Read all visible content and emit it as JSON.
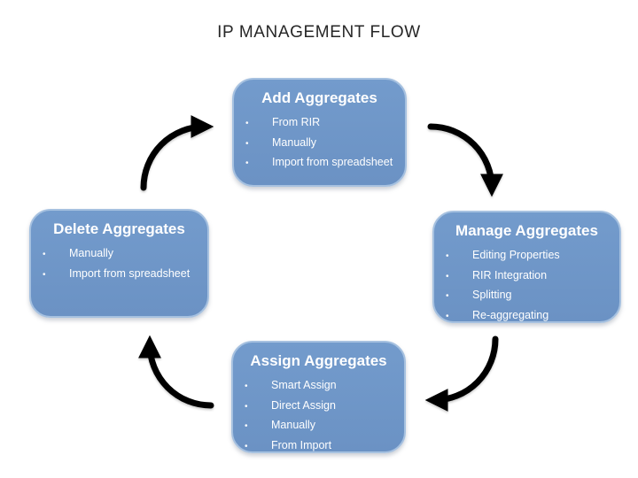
{
  "title": "IP MANAGEMENT FLOW",
  "bullet_char": "•",
  "colors": {
    "background": "#FFFFFF",
    "box_fill": "#6D94C6",
    "box_border": "#A6C1E0",
    "box_text": "#FFFFFF",
    "arrow": "#000000",
    "title_text": "#262626"
  },
  "nodes": [
    {
      "title": "Add Aggregates",
      "items": [
        "From RIR",
        "Manually",
        "Import from spreadsheet"
      ]
    },
    {
      "title": "Manage Aggregates",
      "items": [
        "Editing Properties",
        "RIR Integration",
        "Splitting",
        "Re-aggregating"
      ]
    },
    {
      "title": "Assign Aggregates",
      "items": [
        "Smart Assign",
        "Direct Assign",
        "Manually",
        "From Import"
      ]
    },
    {
      "title": "Delete Aggregates",
      "items": [
        "Manually",
        "Import from spreadsheet"
      ]
    }
  ],
  "arrows": [
    {
      "from": "Add Aggregates",
      "to": "Manage Aggregates"
    },
    {
      "from": "Manage Aggregates",
      "to": "Assign Aggregates"
    },
    {
      "from": "Assign Aggregates",
      "to": "Delete Aggregates"
    },
    {
      "from": "Delete Aggregates",
      "to": "Add Aggregates"
    }
  ]
}
